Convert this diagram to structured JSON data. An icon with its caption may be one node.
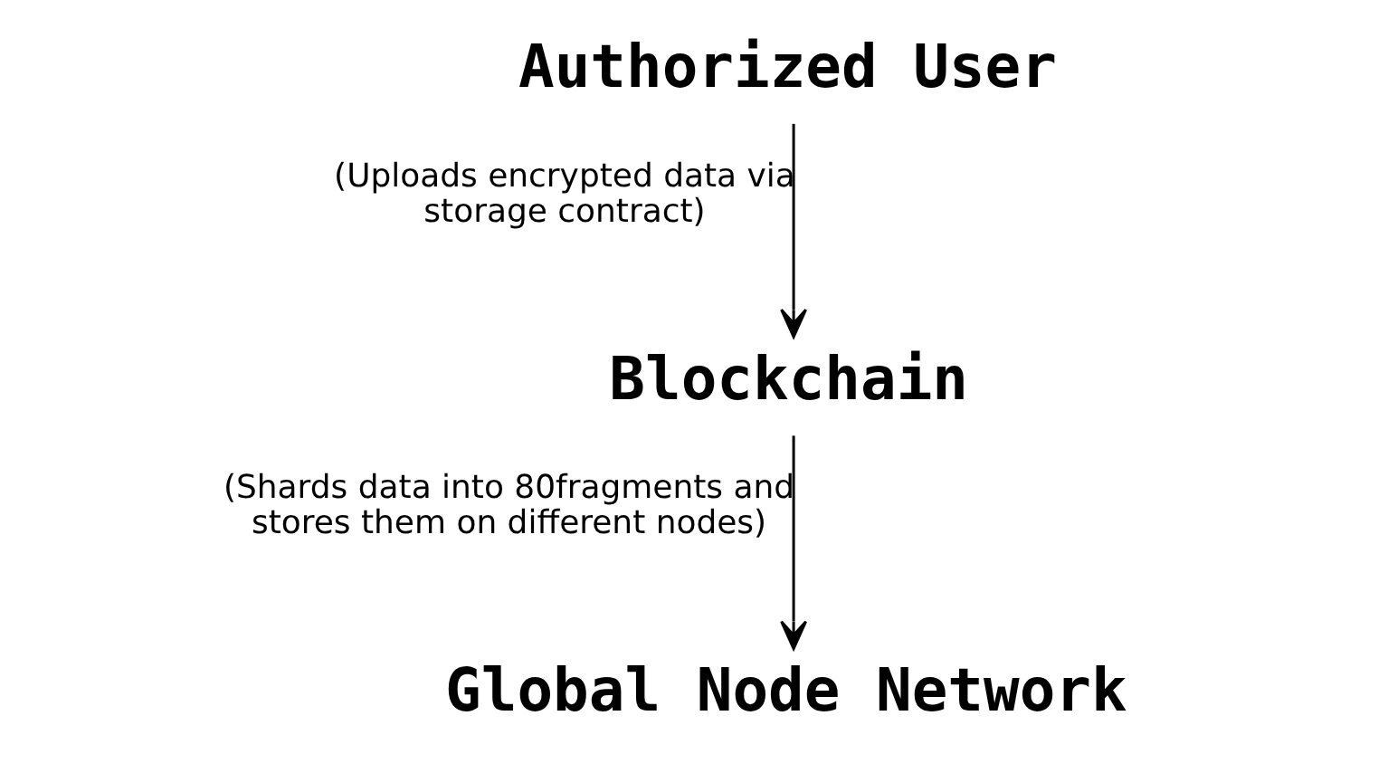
{
  "diagram": {
    "nodes": [
      {
        "text": [
          "Authorized User"
        ]
      },
      {
        "text": [
          "Blockchain"
        ]
      },
      {
        "text": [
          "Global Node Network"
        ]
      }
    ],
    "edges": [
      {
        "from": 0,
        "to": 1,
        "arrow": "to",
        "label": "(Uploads encrypted data via storage contract)"
      },
      {
        "from": 1,
        "to": 2,
        "arrow": "to",
        "label": "(Shards data into 80fragments and stores them on different nodes)"
      }
    ]
  }
}
